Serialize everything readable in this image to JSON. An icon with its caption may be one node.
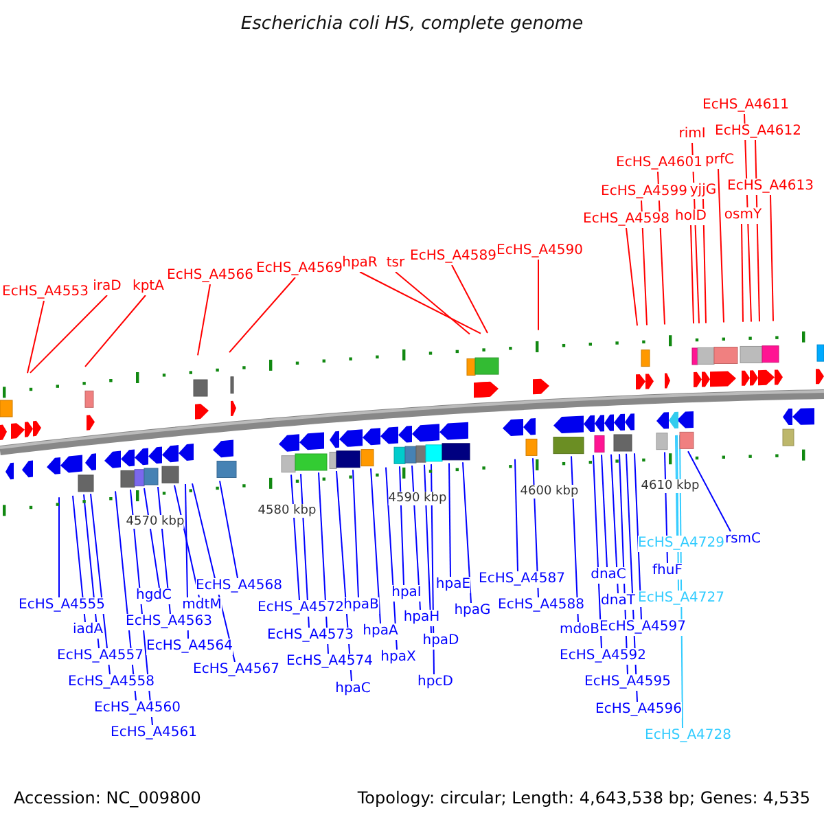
{
  "diagram": {
    "title": "Escherichia coli HS, complete genome",
    "nodes": [
      {
        "text": [
          "EcHS_A4553"
        ]
      },
      {
        "text": [
          "iraD"
        ]
      },
      {
        "text": [
          "kptA"
        ]
      },
      {
        "text": [
          "EcHS_A4566"
        ]
      },
      {
        "text": [
          "EcHS_A4569"
        ]
      },
      {
        "text": [
          "hpaR"
        ]
      },
      {
        "text": [
          "tsr"
        ]
      },
      {
        "text": [
          "EcHS_A4589"
        ]
      },
      {
        "text": [
          "EcHS_A4590"
        ]
      },
      {
        "text": [
          "EcHS_A4598"
        ]
      },
      {
        "text": [
          "EcHS_A4599"
        ]
      },
      {
        "text": [
          "EcHS_A4601"
        ]
      },
      {
        "text": [
          "rimI"
        ]
      },
      {
        "text": [
          "yjjG"
        ]
      },
      {
        "text": [
          "holD"
        ]
      },
      {
        "text": [
          "prfC"
        ]
      },
      {
        "text": [
          "EcHS_A4611"
        ]
      },
      {
        "text": [
          "EcHS_A4612"
        ]
      },
      {
        "text": [
          "osmY"
        ]
      },
      {
        "text": [
          "EcHS_A4613"
        ]
      },
      {
        "text": [
          "EcHS_A4555"
        ]
      },
      {
        "text": [
          "iadA"
        ]
      },
      {
        "text": [
          "EcHS_A4557"
        ]
      },
      {
        "text": [
          "EcHS_A4558"
        ]
      },
      {
        "text": [
          "EcHS_A4560"
        ]
      },
      {
        "text": [
          "EcHS_A4561"
        ]
      },
      {
        "text": [
          "hgdC"
        ]
      },
      {
        "text": [
          "EcHS_A4563"
        ]
      },
      {
        "text": [
          "mdtM"
        ]
      },
      {
        "text": [
          "EcHS_A4564"
        ]
      },
      {
        "text": [
          "EcHS_A4568"
        ]
      },
      {
        "text": [
          "EcHS_A4567"
        ]
      },
      {
        "text": [
          "EcHS_A4572"
        ]
      },
      {
        "text": [
          "EcHS_A4573"
        ]
      },
      {
        "text": [
          "EcHS_A4574"
        ]
      },
      {
        "text": [
          "hpaC"
        ]
      },
      {
        "text": [
          "hpaB"
        ]
      },
      {
        "text": [
          "hpaA"
        ]
      },
      {
        "text": [
          "hpaX"
        ]
      },
      {
        "text": [
          "hpaI"
        ]
      },
      {
        "text": [
          "hpaH"
        ]
      },
      {
        "text": [
          "hpaD"
        ]
      },
      {
        "text": [
          "hpcD"
        ]
      },
      {
        "text": [
          "hpaE"
        ]
      },
      {
        "text": [
          "hpaG"
        ]
      },
      {
        "text": [
          "EcHS_A4587"
        ]
      },
      {
        "text": [
          "EcHS_A4588"
        ]
      },
      {
        "text": [
          "mdoB"
        ]
      },
      {
        "text": [
          "EcHS_A4592"
        ]
      },
      {
        "text": [
          "dnaC"
        ]
      },
      {
        "text": [
          "dnaT"
        ]
      },
      {
        "text": [
          "EcHS_A4597"
        ]
      },
      {
        "text": [
          "EcHS_A4595"
        ]
      },
      {
        "text": [
          "EcHS_A4596"
        ]
      },
      {
        "text": [
          "EcHS_A4729"
        ]
      },
      {
        "text": [
          "fhuF"
        ]
      },
      {
        "text": [
          "EcHS_A4727"
        ]
      },
      {
        "text": [
          "EcHS_A4728"
        ]
      },
      {
        "text": [
          "rsmC"
        ]
      }
    ],
    "edges": [
      {
        "from": 0,
        "to": null,
        "arrow": "none",
        "color": "#ff0000"
      },
      {
        "from": 1,
        "to": null,
        "arrow": "none",
        "color": "#ff0000"
      },
      {
        "from": 2,
        "to": null,
        "arrow": "none",
        "color": "#ff0000"
      },
      {
        "from": 3,
        "to": null,
        "arrow": "none",
        "color": "#ff0000"
      },
      {
        "from": 4,
        "to": null,
        "arrow": "none",
        "color": "#ff0000"
      },
      {
        "from": 5,
        "to": null,
        "arrow": "none",
        "color": "#ff0000"
      },
      {
        "from": 6,
        "to": null,
        "arrow": "none",
        "color": "#ff0000"
      },
      {
        "from": 7,
        "to": null,
        "arrow": "none",
        "color": "#ff0000"
      },
      {
        "from": 8,
        "to": null,
        "arrow": "none",
        "color": "#ff0000"
      },
      {
        "from": 9,
        "to": null,
        "arrow": "none",
        "color": "#ff0000"
      },
      {
        "from": 10,
        "to": null,
        "arrow": "none",
        "color": "#ff0000"
      },
      {
        "from": 11,
        "to": null,
        "arrow": "none",
        "color": "#ff0000"
      },
      {
        "from": 12,
        "to": null,
        "arrow": "none",
        "color": "#ff0000"
      },
      {
        "from": 13,
        "to": null,
        "arrow": "none",
        "color": "#ff0000"
      },
      {
        "from": 14,
        "to": null,
        "arrow": "none",
        "color": "#ff0000"
      },
      {
        "from": 15,
        "to": null,
        "arrow": "none",
        "color": "#ff0000"
      },
      {
        "from": 16,
        "to": null,
        "arrow": "none",
        "color": "#ff0000"
      },
      {
        "from": 17,
        "to": null,
        "arrow": "none",
        "color": "#ff0000"
      },
      {
        "from": 18,
        "to": null,
        "arrow": "none",
        "color": "#ff0000"
      },
      {
        "from": 19,
        "to": null,
        "arrow": "none",
        "color": "#ff0000"
      },
      {
        "from": 20,
        "to": null,
        "arrow": "none"
      },
      {
        "from": 21,
        "to": null,
        "arrow": "none"
      },
      {
        "from": 22,
        "to": null,
        "arrow": "none"
      },
      {
        "from": 23,
        "to": null,
        "arrow": "none"
      },
      {
        "from": 24,
        "to": null,
        "arrow": "none"
      },
      {
        "from": 25,
        "to": null,
        "arrow": "none"
      },
      {
        "from": 26,
        "to": null,
        "arrow": "none"
      },
      {
        "from": 27,
        "to": null,
        "arrow": "none"
      },
      {
        "from": 28,
        "to": null,
        "arrow": "none"
      },
      {
        "from": 29,
        "to": null,
        "arrow": "none"
      },
      {
        "from": 30,
        "to": null,
        "arrow": "none"
      },
      {
        "from": 31,
        "to": null,
        "arrow": "none"
      },
      {
        "from": 32,
        "to": null,
        "arrow": "none"
      },
      {
        "from": 33,
        "to": null,
        "arrow": "none"
      },
      {
        "from": 34,
        "to": null,
        "arrow": "none"
      },
      {
        "from": 35,
        "to": null,
        "arrow": "none"
      },
      {
        "from": 36,
        "to": null,
        "arrow": "none"
      },
      {
        "from": 37,
        "to": null,
        "arrow": "none"
      },
      {
        "from": 38,
        "to": null,
        "arrow": "none"
      },
      {
        "from": 39,
        "to": null,
        "arrow": "none"
      },
      {
        "from": 40,
        "to": null,
        "arrow": "none"
      },
      {
        "from": 41,
        "to": null,
        "arrow": "none"
      },
      {
        "from": 42,
        "to": null,
        "arrow": "none"
      },
      {
        "from": 43,
        "to": null,
        "arrow": "none"
      },
      {
        "from": 44,
        "to": null,
        "arrow": "none"
      },
      {
        "from": 45,
        "to": null,
        "arrow": "none"
      },
      {
        "from": 46,
        "to": null,
        "arrow": "none"
      },
      {
        "from": 47,
        "to": null,
        "arrow": "none"
      },
      {
        "from": 48,
        "to": null,
        "arrow": "none"
      },
      {
        "from": 49,
        "to": null,
        "arrow": "none"
      },
      {
        "from": 50,
        "to": null,
        "arrow": "none"
      },
      {
        "from": 51,
        "to": null,
        "arrow": "none"
      },
      {
        "from": 52,
        "to": null,
        "arrow": "none"
      },
      {
        "from": 53,
        "to": null,
        "arrow": "none"
      },
      {
        "from": 54,
        "to": null,
        "arrow": "none",
        "color": "#33ccff"
      },
      {
        "from": 55,
        "to": null,
        "arrow": "none"
      },
      {
        "from": 56,
        "to": null,
        "arrow": "none",
        "color": "#33ccff"
      },
      {
        "from": 57,
        "to": null,
        "arrow": "none",
        "color": "#33ccff"
      },
      {
        "from": 58,
        "to": null,
        "arrow": "none"
      }
    ],
    "labels": [
      "4570 kbp",
      "4580 kbp",
      "4590 kbp",
      "4600 kbp",
      "4610 kbp",
      "Accession: NC_009800",
      "Topology: circular; Length: 4,643,538 bp; Genes: 4,535"
    ]
  }
}
